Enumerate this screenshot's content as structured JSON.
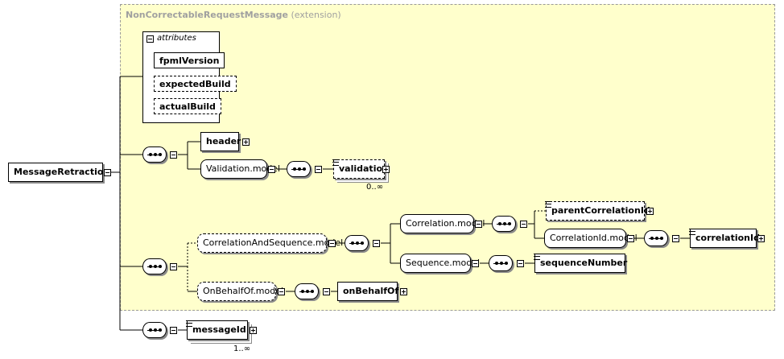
{
  "extension": {
    "name": "NonCorrectableRequestMessage",
    "suffix": "(extension)"
  },
  "attributes": {
    "heading": "attributes",
    "items": [
      "fpmlVersion",
      "expectedBuild",
      "actualBuild"
    ]
  },
  "root": "MessageRetraction",
  "nodes": {
    "header": "header",
    "validation_model": "Validation.model",
    "validation": "validation",
    "validation_card": "0..∞",
    "corr_seq_model": "CorrelationAndSequence.model",
    "correlation_model": "Correlation.model",
    "parent_correlation_id": "parentCorrelationId",
    "correlation_id_model": "CorrelationId.model",
    "correlation_id": "correlationId",
    "sequence_model": "Sequence.model",
    "sequence_number": "sequenceNumber",
    "on_behalf_of_model": "OnBehalfOf.model",
    "on_behalf_of": "onBehalfOf",
    "message_id": "messageId",
    "message_id_card": "1..∞"
  },
  "colors": {
    "extension_bg": "#ffffcc",
    "border": "#000000",
    "shadow": "#8a8a8a",
    "ext_label": "#a0a0a0"
  }
}
